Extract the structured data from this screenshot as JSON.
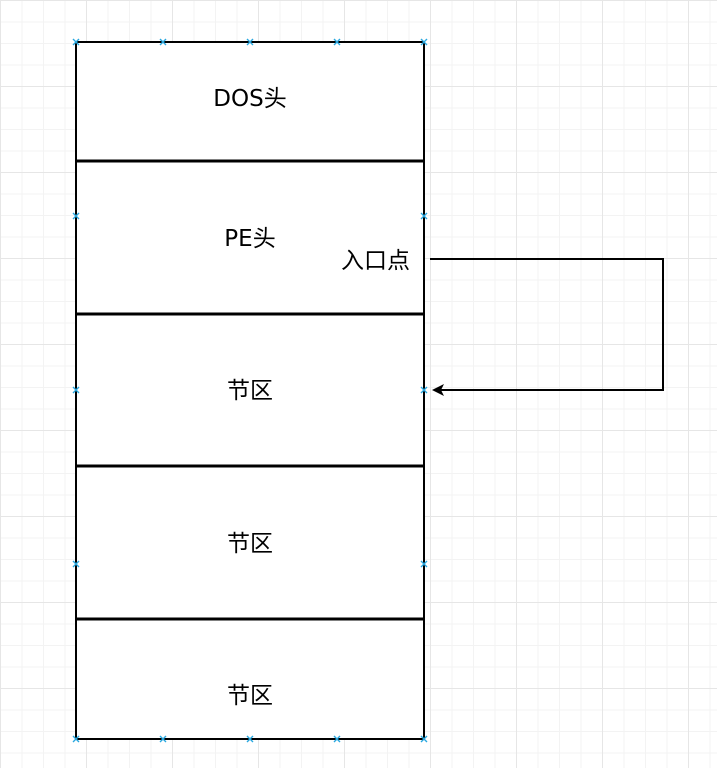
{
  "diagram": {
    "sections": [
      {
        "label": "DOS头"
      },
      {
        "label": "PE头"
      },
      {
        "label": "节区"
      },
      {
        "label": "节区"
      },
      {
        "label": "节区"
      }
    ],
    "entry_point": {
      "label": "入口点"
    },
    "colors": {
      "box_stroke": "#000000",
      "arrow": "#000000",
      "handle": "#29a8e0"
    }
  }
}
